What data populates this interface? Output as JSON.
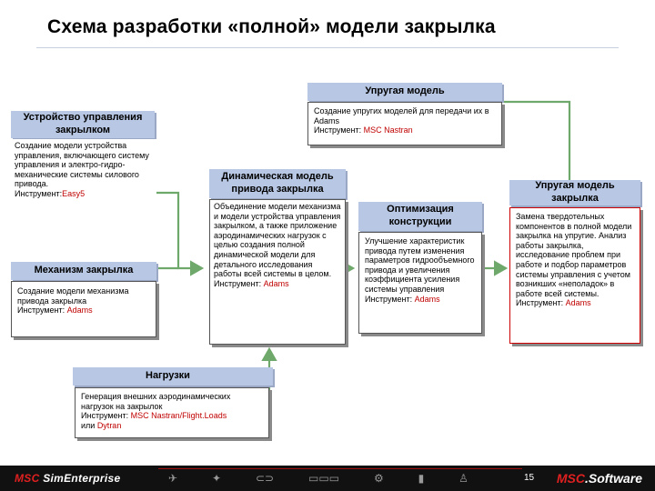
{
  "title": "Схема разработки «полной» модели закрылка",
  "elastic_model": {
    "header": "Упругая модель",
    "text": "Создание упругих моделей для передачи их в Adams",
    "tool_prefix": "Инструмент: ",
    "tool": "MSC Nastran"
  },
  "flap_control": {
    "header": "Устройство управления закрылком",
    "text": "Создание модели устройства управления, включающего систему управления и электро-гидро-механические системы силового привода.",
    "tool_prefix": "Инструмент:",
    "tool": "Easy5"
  },
  "flap_mechanism": {
    "header": "Механизм закрылка",
    "text": "Создание модели механизма привода закрылка",
    "tool_prefix": "Инструмент: ",
    "tool": "Adams"
  },
  "dynamic_model": {
    "header": "Динамическая модель привода закрылка",
    "text": "Объединение модели механизма и модели устройства управления закрылком, а также приложение аэродинамических нагрузок с целью создания полной динамической модели для детального исследования работы всей системы в целом.",
    "tool_prefix": "Инструмент: ",
    "tool": "Adams"
  },
  "optimization": {
    "header": "Оптимизация конструкции",
    "text": "Улучшение характеристик привода путем изменения параметров гидрообъемного привода и увеличения коэффициента усиления системы управления",
    "tool_prefix": "Инструмент: ",
    "tool": "Adams"
  },
  "elastic_flap": {
    "header": "Упругая модель закрылка",
    "text": "Замена твердотельных компонентов в полной модели закрылка на упругие. Анализ работы закрылка, исследование проблем при работе и подбор параметров системы управления с учетом возникших «неполадок» в работе всей системы.",
    "tool_prefix": "Инструмент: ",
    "tool": "Adams"
  },
  "loads": {
    "header": "Нагрузки",
    "text": "Генерация внешних аэродинамических нагрузок на закрылок",
    "tool_prefix": "Инструмент: ",
    "tool": "MSC Nastran/Flight.Loads",
    "alt_prefix": "или ",
    "alt_tool": "Dytran"
  },
  "footer": {
    "logo_left_mark": "MSC",
    "logo_left_text": " SimEnterprise",
    "logo_right_mark": "MSC",
    "logo_right_text": "Software",
    "page": "15",
    "icons": [
      "plane-icon",
      "satellite-icon",
      "car-icon",
      "train-icon",
      "gear-icon",
      "bottle-icon",
      "person-icon"
    ]
  },
  "colors": {
    "header_fill": "#b8c8e4",
    "arrow": "#6fa86b",
    "tool_text": "#c00000",
    "highlight_border": "#cc0000"
  }
}
